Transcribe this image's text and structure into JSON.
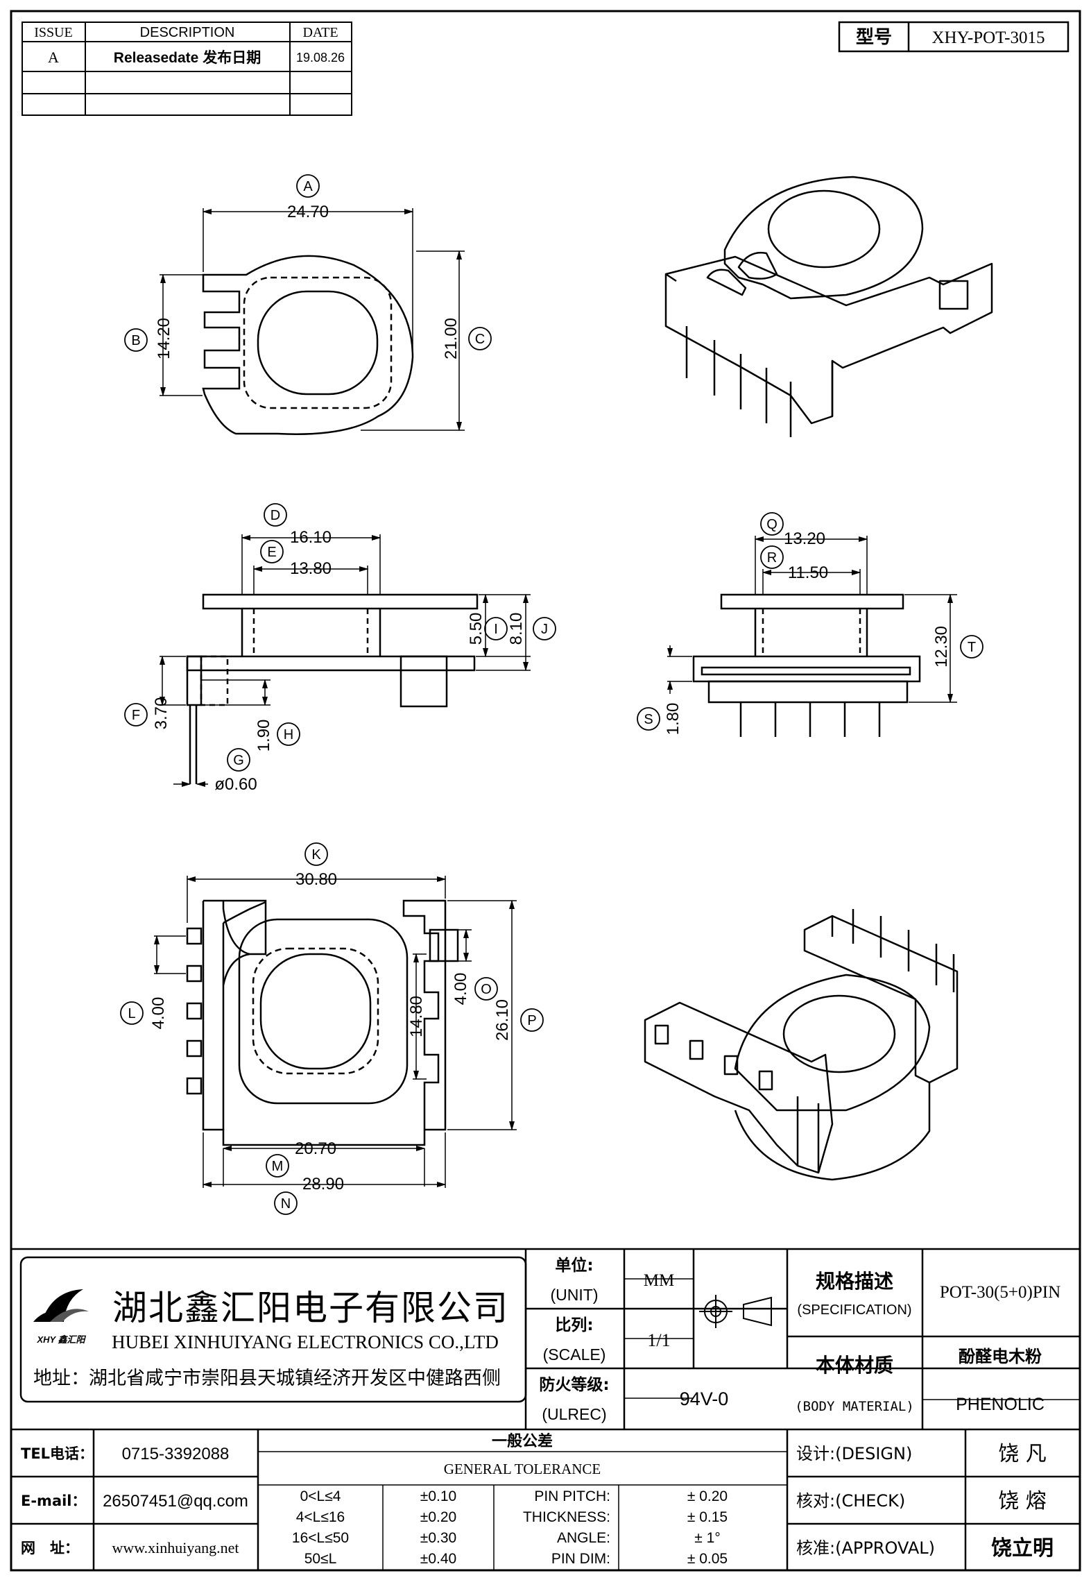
{
  "revision": {
    "headers": [
      "ISSUE",
      "DESCRIPTION",
      "DATE"
    ],
    "rows": [
      {
        "issue": "A",
        "description": "Releasedate 发布日期",
        "date": "19.08.26"
      }
    ]
  },
  "model": {
    "label": "型号",
    "value": "XHY-POT-3015"
  },
  "dimensions": {
    "A": "24.70",
    "B": "14.20",
    "C": "21.00",
    "D": "16.10",
    "E": "13.80",
    "F": "3.70",
    "G": "ø0.60",
    "H": "1.90",
    "I": "5.50",
    "J": "8.10",
    "Q": "13.20",
    "R": "11.50",
    "S": "1.80",
    "T": "12.30",
    "K": "30.80",
    "L": "4.00",
    "O": "4.00",
    "P": "26.10",
    "W": "14.80",
    "M": "20.70",
    "N": "28.90"
  },
  "company": {
    "name_cn": "湖北鑫汇阳电子有限公司",
    "name_en": "HUBEI XINHUIYANG ELECTRONICS CO.,LTD",
    "logo_text": "XHY 鑫汇阳",
    "address_label": "地址：",
    "address": "湖北省咸宁市崇阳县天城镇经济开发区中健路西侧"
  },
  "title_block": {
    "unit_cn": "单位:",
    "unit_en": "(UNIT)",
    "unit_value": "MM",
    "scale_cn": "比列:",
    "scale_en": "(SCALE)",
    "scale_value": "1/1",
    "fire_cn": "防火等级:",
    "fire_en": "(ULREC)",
    "fire_value": "94V-0",
    "spec_cn": "规格描述",
    "spec_en": "(SPECIFICATION)",
    "spec_value": "POT-30(5+0)PIN",
    "material_cn": "本体材质",
    "material_en": "(BODY MATERIAL)",
    "material_value_cn": "酚醛电木粉",
    "material_value_en": "PHENOLIC"
  },
  "contact": {
    "tel_label": "TEL电话：",
    "tel": "0715-3392088",
    "email_label": "E-mail：",
    "email": "26507451@qq.com",
    "web_label": "网　址：",
    "web": "www.xinhuiyang.net"
  },
  "tolerance": {
    "title_cn": "一般公差",
    "title_en": "GENERAL TOLERANCE",
    "ranges": [
      {
        "range": "0<L≤4",
        "tol": "±0.10"
      },
      {
        "range": "4<L≤16",
        "tol": "±0.20"
      },
      {
        "range": "16<L≤50",
        "tol": "±0.30"
      },
      {
        "range": "50≤L",
        "tol": "±0.40"
      }
    ],
    "pins": [
      {
        "label": "PIN PITCH:",
        "value": "±  0.20"
      },
      {
        "label": "THICKNESS:",
        "value": "±  0.15"
      },
      {
        "label": "ANGLE:",
        "value": "±  1°"
      },
      {
        "label": "PIN DIM:",
        "value": "±  0.05"
      }
    ]
  },
  "signatures": {
    "design_label": "设计:(DESIGN)",
    "design_name": "饶  凡",
    "check_label": "核对:(CHECK)",
    "check_name": "饶  熔",
    "approval_label": "核准:(APPROVAL)",
    "approval_name": "饶立明"
  }
}
